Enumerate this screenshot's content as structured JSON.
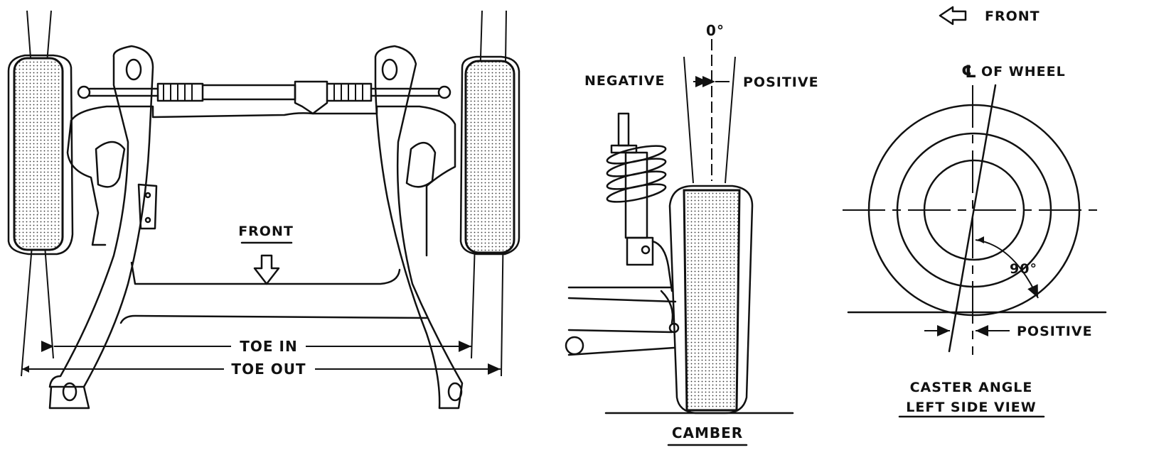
{
  "toe": {
    "front_label": "FRONT",
    "toe_in_label": "TOE IN",
    "toe_out_label": "TOE OUT"
  },
  "camber": {
    "zero_label": "0°",
    "negative_label": "NEGATIVE",
    "positive_label": "POSITIVE",
    "caption": "CAMBER"
  },
  "caster": {
    "front_label": "FRONT",
    "centerline_symbol": "℄",
    "centerline_label": "OF WHEEL",
    "angle_label": "90°",
    "positive_label": "POSITIVE",
    "caption_line1": "CASTER ANGLE",
    "caption_line2": "LEFT SIDE VIEW"
  }
}
